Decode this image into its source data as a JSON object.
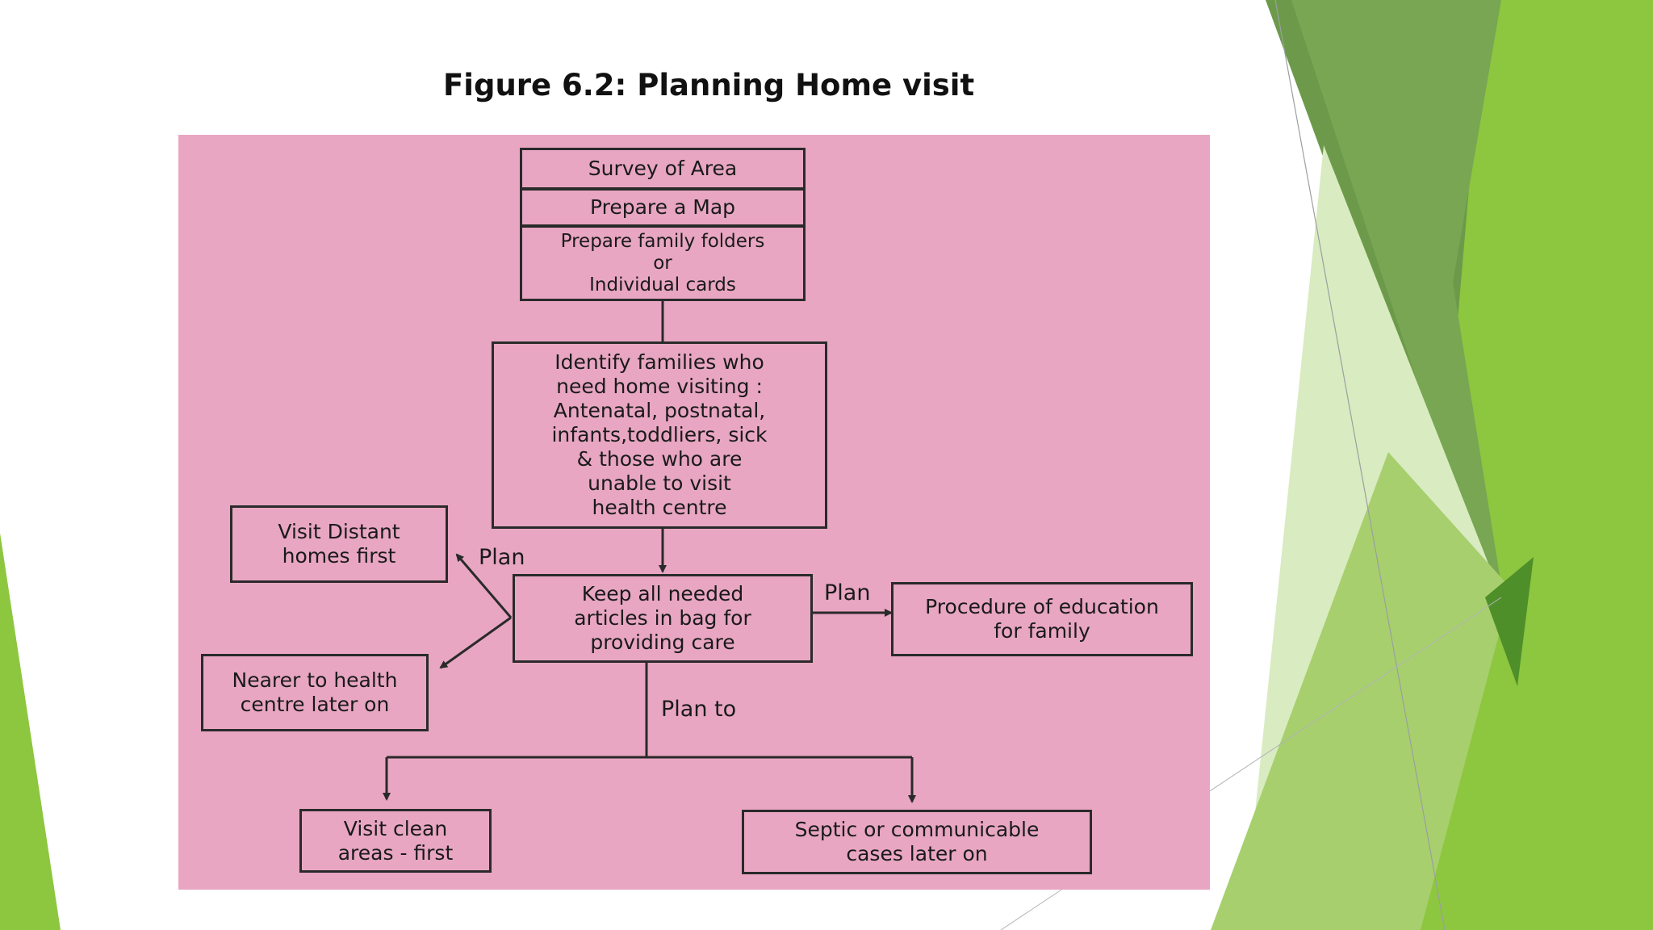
{
  "title": "Figure 6.2: Planning Home visit",
  "colors": {
    "panel_background": "#e8a6c2",
    "theme_green_light": "#8dc63f",
    "theme_green_dark": "#5a8f3a",
    "box_border": "#2a2a2a"
  },
  "diagram": {
    "nodes": {
      "survey": "Survey of Area",
      "map": "Prepare a Map",
      "folders": [
        "Prepare family folders",
        "or",
        "Individual cards"
      ],
      "identify": [
        "Identify families who",
        "need home visiting :",
        "Antenatal, postnatal,",
        "infants,toddliers, sick",
        "& those who are",
        "unable to visit",
        "health centre"
      ],
      "keep": [
        "Keep all needed",
        "articles in bag for",
        "providing care"
      ],
      "distant": [
        "Visit Distant",
        "homes first"
      ],
      "nearer": [
        "Nearer to health",
        "centre later on"
      ],
      "procedure": [
        "Procedure of education",
        "for family"
      ],
      "clean": [
        "Visit clean",
        "areas - first"
      ],
      "septic": [
        "Septic or communicable",
        "cases later on"
      ]
    },
    "edge_labels": {
      "plan_left": "Plan",
      "plan_right": "Plan",
      "plan_to": "Plan to"
    }
  }
}
